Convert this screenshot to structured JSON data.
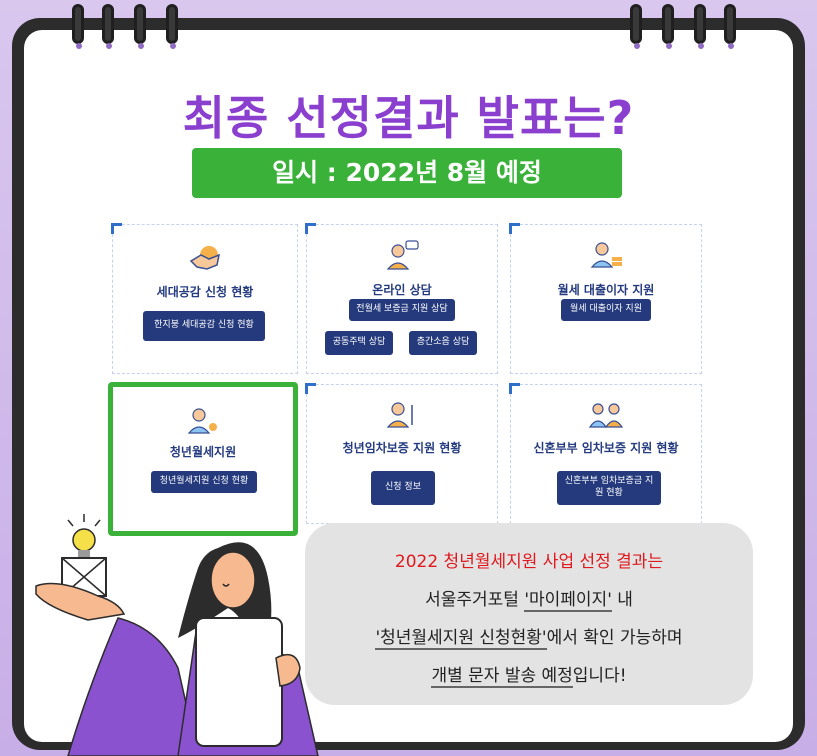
{
  "header": {
    "title": "최종 선정결과 발표는?",
    "date_label": "일시 : 2022년 8월 예정"
  },
  "cards": [
    {
      "title": "세대공감 신청 현황",
      "icon": "handshake-icon",
      "buttons": [
        "한지붕 세대공감 신청 현황"
      ]
    },
    {
      "title": "온라인 상담",
      "icon": "consultant-icon",
      "buttons": [
        "전월세 보증금 지원 상담",
        "공동주택 상담",
        "층간소음 상담"
      ]
    },
    {
      "title": "월세 대출이자 지원",
      "icon": "coins-person-icon",
      "buttons": [
        "월세 대출이자 지원"
      ]
    },
    {
      "title": "청년월세지원",
      "icon": "young-person-icon",
      "buttons": [
        "청년월세지원 신청 현황"
      ]
    },
    {
      "title": "청년임차보증 지원 현황",
      "icon": "clerk-icon",
      "buttons": [
        "신청 정보"
      ]
    },
    {
      "title": "신혼부부 임차보증 지원 현황",
      "icon": "couple-icon",
      "buttons": [
        "신혼부부 임차보증금 지원 현황"
      ]
    }
  ],
  "bubble": {
    "line1": "2022 청년월세지원 사업 선정 결과는",
    "line2_pre": "서울주거포털 ",
    "line2_hl": "'마이페이지'",
    "line2_post": " 내",
    "line3_hl": "'청년월세지원 신청현황'",
    "line3_post": "에서 확인 가능하며",
    "line4_hl": "개별 문자 발송 예정",
    "line4_post": "입니다!"
  },
  "colors": {
    "title": "#8a3fcf",
    "date_bar": "#3ab23a",
    "button": "#243a7d",
    "card_title": "#253b80",
    "bubble_red": "#e0191d",
    "background": "#c8aee6"
  }
}
